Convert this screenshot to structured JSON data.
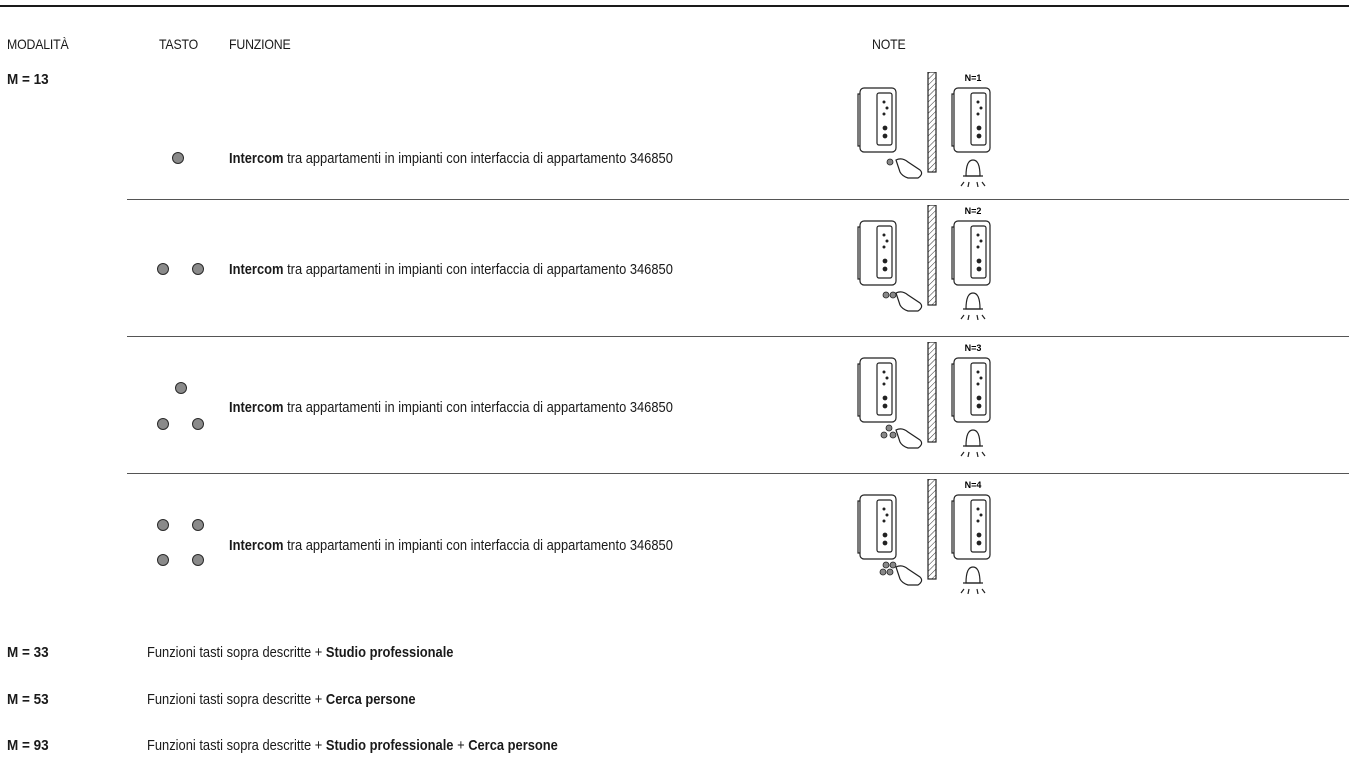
{
  "header": {
    "modalita": "MODALITÀ",
    "tasto": "TASTO",
    "funzione": "FUNZIONE",
    "note": "NOTE"
  },
  "modes": {
    "m13": "M = 13",
    "m33": "M = 33",
    "m53": "M = 53",
    "m93": "M = 93"
  },
  "rows": [
    {
      "dots": 1,
      "func_bold": "Intercom",
      "func_rest": " tra appartamenti in impianti con interfaccia di appartamento 346850",
      "note_label": "N=1"
    },
    {
      "dots": 2,
      "func_bold": "Intercom",
      "func_rest": " tra appartamenti in impianti con interfaccia di appartamento 346850",
      "note_label": "N=2"
    },
    {
      "dots": 3,
      "func_bold": "Intercom",
      "func_rest": " tra appartamenti in impianti con interfaccia di appartamento 346850",
      "note_label": "N=3"
    },
    {
      "dots": 4,
      "func_bold": "Intercom",
      "func_rest": " tra appartamenti in impianti con interfaccia di appartamento 346850",
      "note_label": "N=4"
    }
  ],
  "extras": {
    "prefix": "Funzioni tasti sopra descritte + ",
    "plus": " + ",
    "studio": "Studio professionale",
    "cerca": "Cerca persone"
  }
}
